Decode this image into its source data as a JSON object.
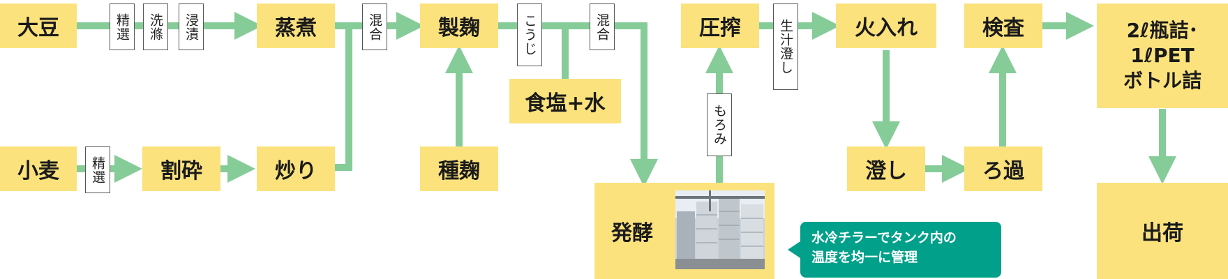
{
  "nodes": {
    "daizu": "大豆",
    "joshaku": "蒸煮",
    "seikiku": "製麹",
    "asshaku": "圧搾",
    "hiire": "火入れ",
    "kensa": "検査",
    "bottling": [
      "2ℓ瓶詰･",
      "1ℓPET",
      "ボトル詰"
    ],
    "komugi": "小麦",
    "wari": "割砕",
    "iri": "炒り",
    "tanekoji": "種麹",
    "shokuen": "食塩+水",
    "hakko": "発酵",
    "ori": "澄し",
    "roka": "ろ過",
    "shukka": "出荷"
  },
  "labels": {
    "seisen1": "精選",
    "senjo": "洗滌",
    "shinseki": "浸漬",
    "kongo1": "混合",
    "koji": "こうじ",
    "kongo2": "混合",
    "seishiru": "生汁澄し",
    "moromi": "もろみ",
    "seisen2": "精選"
  },
  "callout": {
    "line1": "水冷チラーでタンク内の",
    "line2": "温度を均一に管理"
  },
  "colors": {
    "box": "#fbe27d",
    "arrow": "#86cc98",
    "callout": "#00a08a"
  },
  "photo": {
    "subject": "fermentation-tanks"
  }
}
